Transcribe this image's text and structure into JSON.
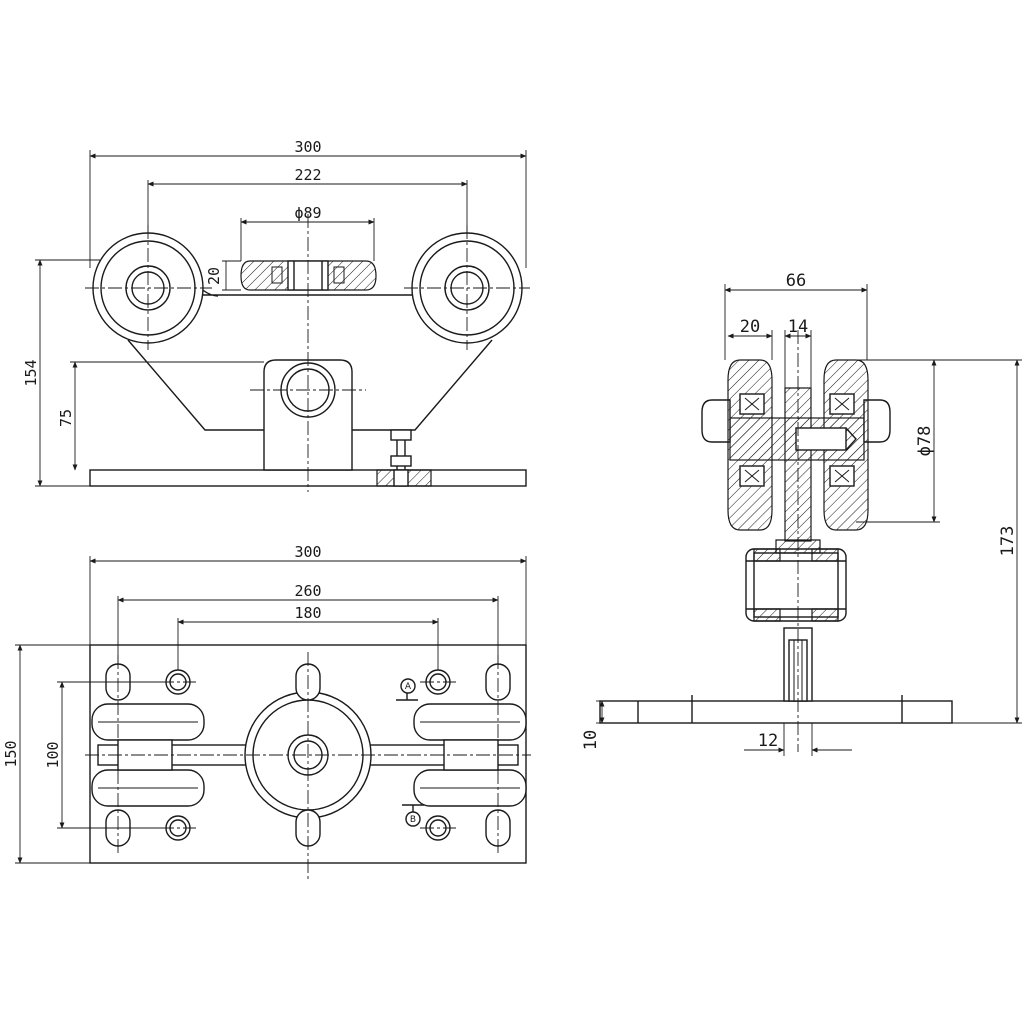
{
  "front_view": {
    "dims": {
      "overall_width": "300",
      "wheel_centers": "222",
      "bearing_diameter": "ϕ89",
      "bearing_height": "20",
      "overall_height": "154",
      "bracket_height": "75"
    }
  },
  "plan_view": {
    "dims": {
      "overall_width": "300",
      "outer_holes": "260",
      "inner_holes": "180",
      "overall_depth": "150",
      "inner_depth": "100"
    },
    "markers": {
      "a": "A",
      "b": "B"
    }
  },
  "side_view": {
    "dims": {
      "width": "66",
      "wheel_width": "20",
      "axle_width": "14",
      "wheel_diameter": "ϕ78",
      "total_height": "173",
      "plate_thickness": "10",
      "stem_width": "12"
    }
  }
}
